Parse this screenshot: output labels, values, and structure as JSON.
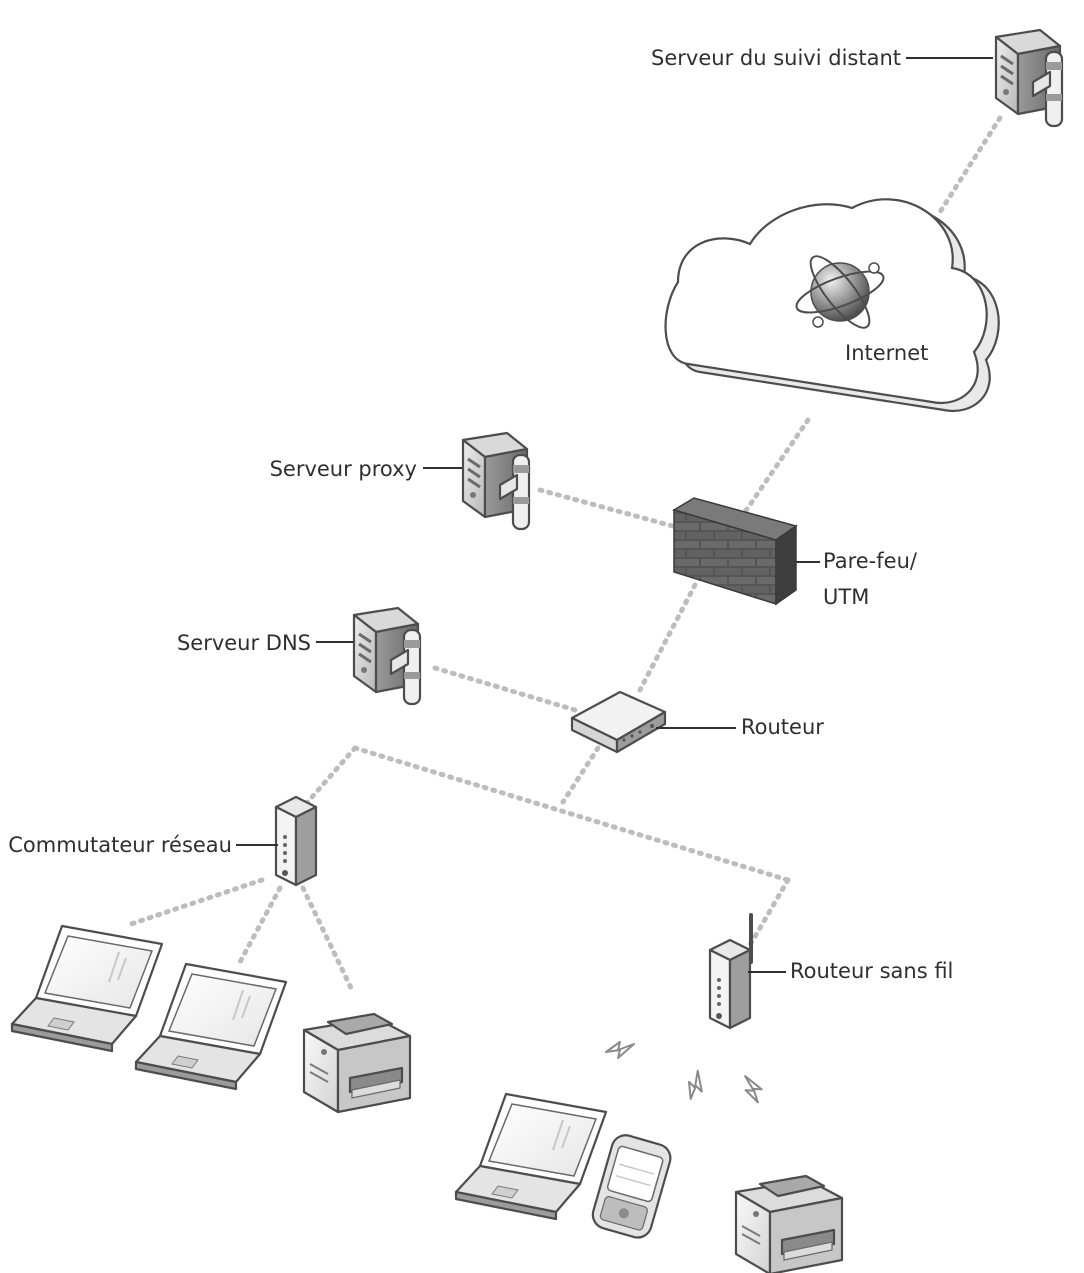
{
  "diagram": {
    "labels": {
      "remote_server": "Serveur du suivi distant",
      "internet": "Internet",
      "proxy_server": "Serveur proxy",
      "firewall_line1": "Pare-feu/",
      "firewall_line2": "UTM",
      "dns_server": "Serveur DNS",
      "router": "Routeur",
      "network_switch": "Commutateur réseau",
      "wireless_router": "Routeur sans fil"
    },
    "icons": [
      "server-icon",
      "cloud-icon",
      "globe-icon",
      "firewall-brick-wall-icon",
      "router-icon",
      "network-switch-icon",
      "wireless-router-icon",
      "laptop-icon",
      "printer-icon",
      "smartphone-icon",
      "wireless-signal-icon"
    ],
    "colors": {
      "link": "#bdbdbd",
      "outline": "#4d4d4d",
      "brick": "#5a5a5a",
      "text": "#2f2f2f"
    }
  }
}
